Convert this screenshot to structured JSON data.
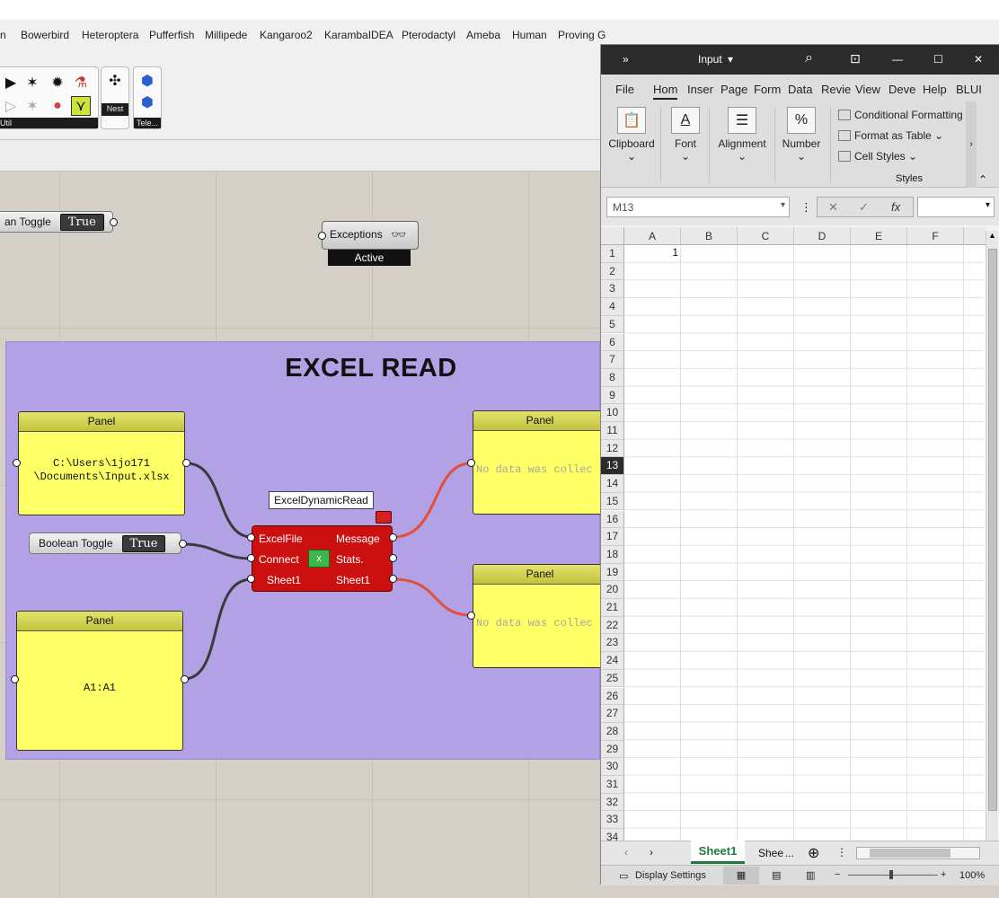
{
  "gh": {
    "tabs": [
      "n",
      "Bowerbird",
      "Heteroptera",
      "Pufferfish",
      "Millipede",
      "Kangaroo2",
      "KarambaIDEA",
      "Pterodactyl",
      "Ameba",
      "Human",
      "Proving G"
    ],
    "toolbar": {
      "util_label": "Util",
      "nest_label": "Nest",
      "tele_label": "Tele..."
    },
    "toggle_top": {
      "label": "an Toggle",
      "value": "True"
    },
    "exceptions": {
      "label": "Exceptions",
      "status": "Active"
    },
    "group": {
      "title": "EXCEL READ"
    },
    "panel_path": {
      "header": "Panel",
      "text": "C:\\Users\\1jo171\n\\Documents\\Input.xlsx"
    },
    "panel_range": {
      "header": "Panel",
      "text": "A1:A1"
    },
    "panel_out1": {
      "header": "Panel",
      "text": "No data was collec"
    },
    "panel_out2": {
      "header": "Panel",
      "text": "No data was collec"
    },
    "toggle_connect": {
      "label": "Boolean Toggle",
      "value": "True"
    },
    "component": {
      "tooltip": "ExcelDynamicRead",
      "inputs": [
        "ExcelFile",
        "Connect",
        "Sheet1"
      ],
      "outputs": [
        "Message",
        "Stats.",
        "Sheet1"
      ],
      "wire_color": "#e0503a"
    }
  },
  "excel": {
    "title": {
      "chevron": "»",
      "file": "Input",
      "dropdown": "▾"
    },
    "window_controls": {
      "search": "⌕",
      "ribbon_display": "⊡",
      "minimize": "—",
      "maximize": "☐",
      "close": "✕"
    },
    "menu": [
      "File",
      "Hom",
      "Inser",
      "Page",
      "Form",
      "Data",
      "Revie",
      "View",
      "Deve",
      "Help",
      "BLUI"
    ],
    "ribbon": {
      "clipboard": "Clipboard",
      "font": "Font",
      "alignment": "Alignment",
      "number": "Number",
      "conditional": "Conditional Formatting",
      "format_table": "Format as Table",
      "cell_styles": "Cell Styles",
      "styles_group": "Styles"
    },
    "name_box": "M13",
    "fx": "fx",
    "columns": [
      "A",
      "B",
      "C",
      "D",
      "E",
      "F"
    ],
    "rows": [
      "1",
      "2",
      "3",
      "4",
      "5",
      "6",
      "7",
      "8",
      "9",
      "10",
      "11",
      "12",
      "13",
      "14",
      "15",
      "16",
      "17",
      "18",
      "19",
      "20",
      "21",
      "22",
      "23",
      "24",
      "25",
      "26",
      "27",
      "28",
      "29",
      "30",
      "31",
      "32",
      "33",
      "34"
    ],
    "selected_row": "13",
    "cell_a1": "1",
    "sheets": {
      "active": "Sheet1",
      "other": "Shee",
      "more": "..."
    },
    "status": {
      "display_settings": "Display Settings",
      "zoom": "100%"
    },
    "accent": "#1e7b3f"
  }
}
